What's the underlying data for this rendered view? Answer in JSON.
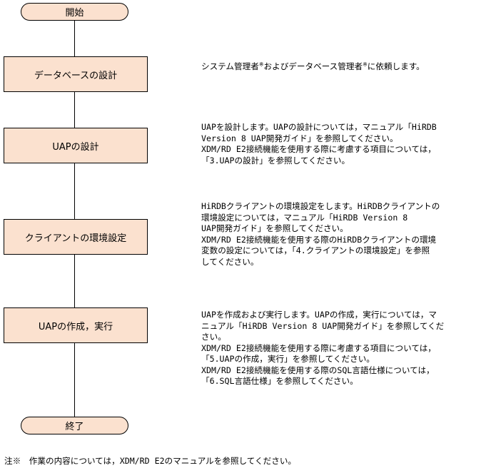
{
  "start": "開始",
  "end": "終了",
  "steps": [
    {
      "label": "データベースの設計"
    },
    {
      "label": "UAPの設計"
    },
    {
      "label": "クライアントの環境設定"
    },
    {
      "label": "UAPの作成，実行"
    }
  ],
  "descriptions": {
    "db": {
      "part1": "システム管理者",
      "mark": "※",
      "part2": "およびデータベース管理者",
      "part3": "に依頼します。"
    },
    "uap": [
      "UAPを設計します。UAPの設計については，マニュアル「HiRDB",
      "Version 8 UAP開発ガイド」を参照してください。",
      "XDM/RD E2接続機能を使用する際に考慮する項目については，",
      "「3.UAPの設計」を参照してください。"
    ],
    "client": [
      "HiRDBクライアントの環境設定をします。HiRDBクライアントの",
      "環境設定については，マニュアル「HiRDB Version 8",
      "UAP開発ガイド」を参照してください。",
      "XDM/RD E2接続機能を使用する際のHiRDBクライアントの環境",
      "変数の設定については，「4.クライアントの環境設定」を参照",
      "してください。"
    ],
    "exec": [
      "UAPを作成および実行します。UAPの作成，実行については，マ",
      "ニュアル「HiRDB Version 8 UAP開発ガイド」を参照してくだ",
      "さい。",
      "XDM/RD E2接続機能を使用する際に考慮する項目については，",
      "「5.UAPの作成，実行」を参照してください。",
      "XDM/RD E2接続機能を使用する際のSQL言語仕様については，",
      "「6.SQL言語仕様」を参照してください。"
    ]
  },
  "footnote": "注※　作業の内容については，XDM/RD E2のマニュアルを参照してください。"
}
